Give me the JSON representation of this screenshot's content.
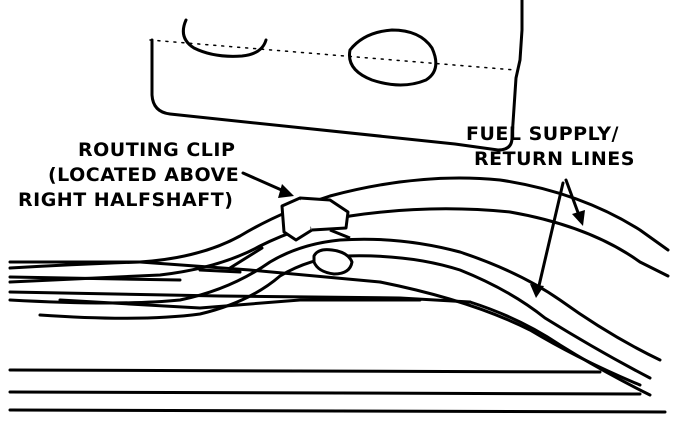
{
  "labels": {
    "routing_clip": [
      "ROUTING CLIP",
      "(LOCATED ABOVE",
      "RIGHT HALFSHAFT)"
    ],
    "fuel_lines": [
      "FUEL SUPPLY/",
      "RETURN LINES"
    ]
  },
  "colors": {
    "ink": "#000000",
    "paper": "#ffffff"
  }
}
